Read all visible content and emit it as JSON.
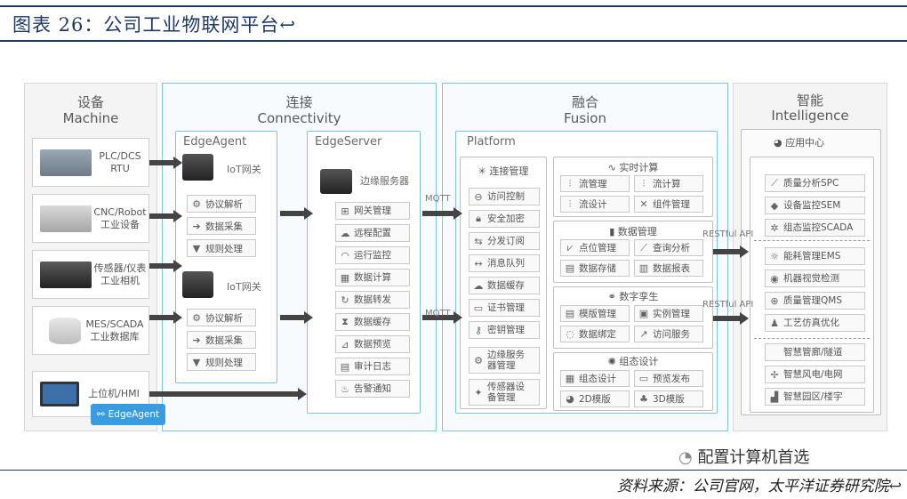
{
  "figure": {
    "title": "图表 26：公司工业物联网平台↩",
    "source": "资料来源：公司官网，太平洋证券研究院↩",
    "watermark": "配置计算机首选"
  },
  "columns": {
    "machine": {
      "title": "设备",
      "subtitle": "Machine",
      "devices": [
        "PLC/DCS\nRTU",
        "CNC/Robot\n工业设备",
        "传感器/仪表\n工业相机",
        "MES/SCADA\n工业数据库",
        "上位机/HMI"
      ],
      "edgeagent_badge": "EdgeAgent"
    },
    "connectivity": {
      "title": "连接",
      "subtitle": "Connectivity",
      "edgeagent": {
        "title": "EdgeAgent",
        "gateways": [
          {
            "label": "IoT网关",
            "items": [
              "协议解析",
              "数据采集",
              "规则处理"
            ]
          },
          {
            "label": "IoT网关",
            "items": [
              "协议解析",
              "数据采集",
              "规则处理"
            ]
          }
        ]
      },
      "edgeserver": {
        "title": "EdgeServer",
        "server_label": "边缘服务器",
        "items": [
          "网关管理",
          "远程配置",
          "运行监控",
          "数据计算",
          "数据转发",
          "数据缓存",
          "数据预览",
          "审计日志",
          "告警通知"
        ]
      }
    },
    "fusion": {
      "title": "融合",
      "subtitle": "Fusion",
      "platform_title": "Platform",
      "connection": {
        "title": "连接管理",
        "items": [
          "访问控制",
          "安全加密",
          "分发订阅",
          "消息队列",
          "数据缓存",
          "证书管理",
          "密钥管理",
          "边缘服务\n器管理",
          "传感器设\n备管理"
        ]
      },
      "realtime": {
        "title": "实时计算",
        "items": [
          "流管理",
          "流计算",
          "流设计",
          "组件管理"
        ]
      },
      "datamgmt": {
        "title": "数据管理",
        "items": [
          "点位管理",
          "查询分析",
          "数据存储",
          "数据报表"
        ]
      },
      "twin": {
        "title": "数字孪生",
        "items": [
          "模版管理",
          "实例管理",
          "数据绑定",
          "访问服务"
        ]
      },
      "config": {
        "title": "组态设计",
        "items": [
          "组态设计",
          "预览发布",
          "2D模版",
          "3D模版"
        ]
      }
    },
    "intelligence": {
      "title": "智能",
      "subtitle": "Intelligence",
      "app_center": "应用中心",
      "group1": [
        "质量分析SPC",
        "设备监控SEM",
        "组态监控SCADA"
      ],
      "group2": [
        "能耗管理EMS",
        "机器视觉检测",
        "质量管理QMS",
        "工艺仿真优化"
      ],
      "group3": [
        "智慧管廊/隧道",
        "智慧风电/电网",
        "智慧园区/楼宇"
      ]
    }
  },
  "protocols": {
    "mqtt_1": "MQTT",
    "mqtt_2": "MQTT",
    "rest_1": "RESTful API",
    "rest_2": "RESTful API"
  },
  "colors": {
    "accent_blue": "#7cc3ea",
    "title_navy": "#1f3864",
    "badge_blue": "#3a9ce0"
  }
}
